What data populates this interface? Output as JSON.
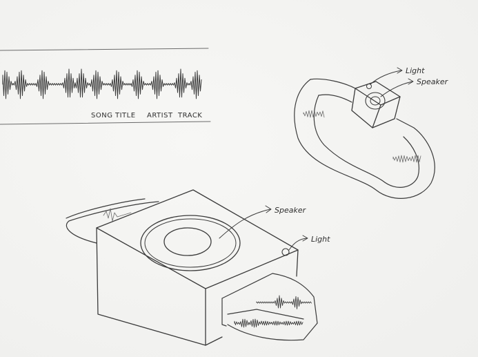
{
  "strip": {
    "caption_parts": [
      "SONG",
      "TITLE",
      "ARTIST",
      "TRACK"
    ]
  },
  "bracelet": {
    "callout_light": "Light",
    "callout_speaker": "Speaker"
  },
  "device": {
    "callout_speaker": "Speaker",
    "callout_light": "Light"
  },
  "colors": {
    "paper": "#f4f4f2",
    "pencil": "#3a3a3a"
  }
}
